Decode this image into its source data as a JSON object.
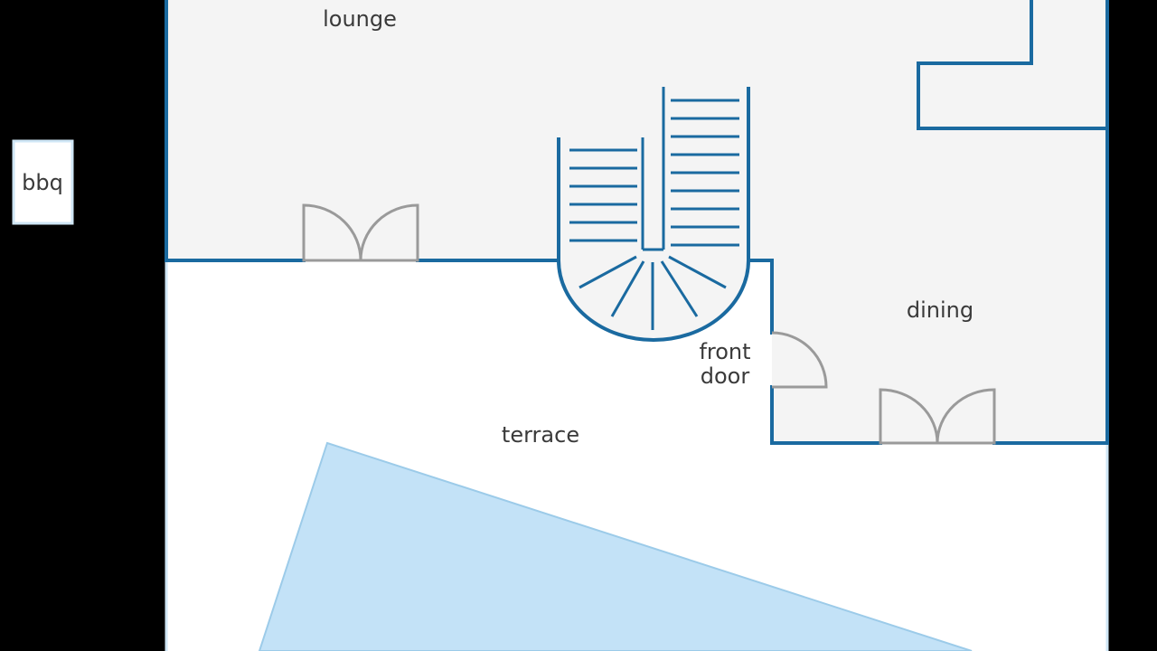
{
  "labels": {
    "lounge": "lounge",
    "bbq": "bbq",
    "dining": "dining",
    "front_door_line1": "front",
    "front_door_line2": "door",
    "terrace": "terrace"
  },
  "colors": {
    "background": "#000000",
    "interior_floor": "#f4f4f4",
    "terrace_floor": "#ffffff",
    "wall": "#1a6aa0",
    "door": "#9a9a9a",
    "pool_fill": "#c3e2f7",
    "pool_edge": "#9ccbe9",
    "terrace_edge": "#cfe6f5"
  },
  "icons": {
    "staircase": "spiral-staircase-icon",
    "door": "door-swing-icon",
    "pool": "pool-shape"
  }
}
